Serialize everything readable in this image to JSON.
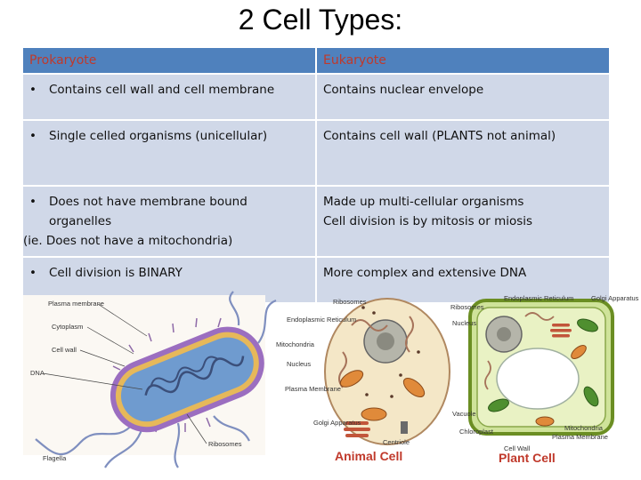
{
  "title": "2 Cell Types:",
  "table": {
    "headers": [
      "Prokaryote",
      "Eukaryote"
    ],
    "rows": [
      {
        "prok": [
          "Contains cell wall and cell membrane"
        ],
        "euk": [
          "Contains nuclear envelope"
        ]
      },
      {
        "prok": [
          "Single celled organisms (unicellular)"
        ],
        "euk": [
          "Contains cell wall (PLANTS not animal)"
        ]
      },
      {
        "prok": [
          "Does not have membrane bound",
          "organelles",
          "(ie. Does not have a mitochondria)"
        ],
        "euk": [
          "Made up multi-cellular organisms",
          "Cell division is by mitosis or miosis"
        ]
      },
      {
        "prok": [
          "Cell division is BINARY"
        ],
        "euk": [
          "More complex and extensive DNA"
        ]
      }
    ]
  },
  "bacteria_labels": {
    "plasma_membrane": "Plasma membrane",
    "cytoplasm": "Cytoplasm",
    "cell_wall": "Cell wall",
    "dna": "DNA",
    "ribosomes": "Ribosomes",
    "flagella": "Flagella"
  },
  "animal_labels": {
    "ribosomes": "Ribosomes",
    "er": "Endoplasmic Reticulum",
    "mitochondria": "Mitochondria",
    "nucleus": "Nucleus",
    "plasma_membrane": "Plasma Membrane",
    "golgi": "Golgi Apparatus",
    "centriole": "Centriole",
    "caption": "Animal Cell"
  },
  "plant_labels": {
    "er": "Endoplasmic Reticulum",
    "ribosomes": "Ribosomes",
    "nucleus": "Nucleus",
    "golgi": "Golgi Apparatus",
    "vacuole": "Vacuole",
    "chloroplast": "Chloroplast",
    "cell_wall": "Cell Wall",
    "plasma_membrane": "Plasma Membrane",
    "mitochondria": "Mitochondria",
    "caption": "Plant Cell"
  },
  "colors": {
    "header_bg": "#4f81bd",
    "header_text": "#c0392b",
    "row_bg": "#d0d8e8",
    "caption_red": "#c0392b"
  }
}
